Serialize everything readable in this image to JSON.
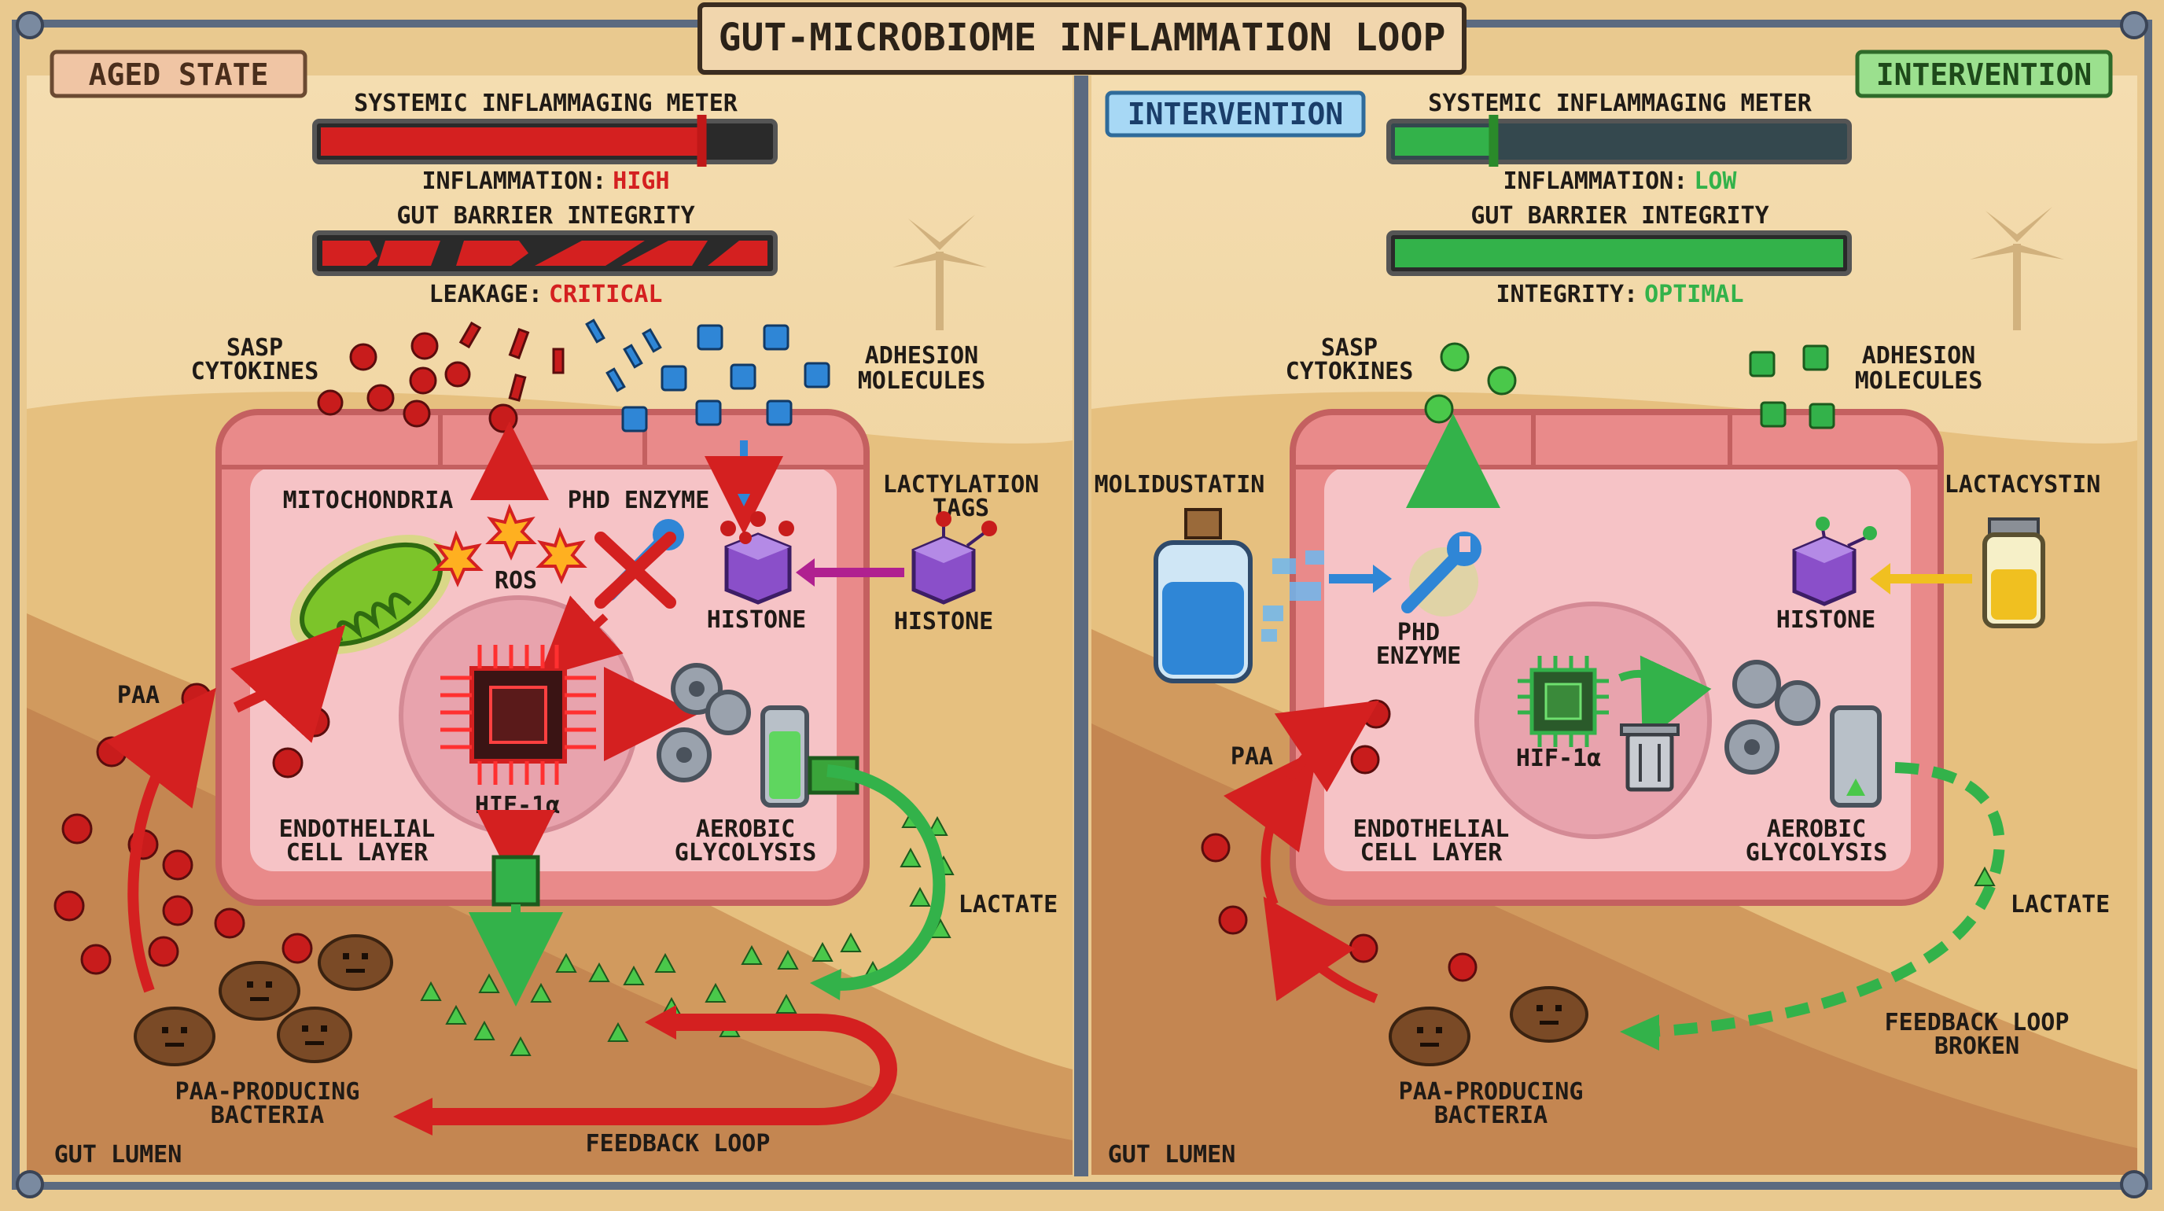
{
  "title": "GUT-MICROBIOME INFLAMMATION LOOP",
  "colors": {
    "frame": "#5b6a80",
    "sand": "#e9c98f",
    "cell_wall": "#e98a8a",
    "cell_inner": "#f6c3c6",
    "red": "#d42020",
    "green": "#33b24a",
    "blue": "#2f86d6",
    "purple": "#8a4fc9",
    "yellow": "#f0c020"
  },
  "left": {
    "tag": "AGED STATE",
    "meter1": {
      "label": "SYSTEMIC INFLAMMAGING METER",
      "level": 0.85,
      "status_label": "INFLAMMATION:",
      "status_value": "HIGH"
    },
    "meter2": {
      "label": "GUT BARRIER INTEGRITY",
      "status_label": "LEAKAGE:",
      "status_value": "CRITICAL"
    },
    "labels": {
      "sasp": [
        "SASP",
        "CYTOKINES"
      ],
      "adhesion": [
        "ADHESION",
        "MOLECULES"
      ],
      "mitochondria": "MITOCHONDRIA",
      "phd": "PHD ENZYME",
      "ros": "ROS",
      "lactylation": [
        "LACTYLATION",
        "TAGS"
      ],
      "histone_in": "HISTONE",
      "histone_out": "HISTONE",
      "hif": "HIF-1α",
      "paa": "PAA",
      "endothelial": [
        "ENDOTHELIAL",
        "CELL LAYER"
      ],
      "glycolysis": [
        "AEROBIC",
        "GLYCOLYSIS"
      ],
      "lactate": "LACTATE",
      "bacteria": [
        "PAA-PRODUCING",
        "BACTERIA"
      ],
      "feedback": "FEEDBACK LOOP",
      "lumen": "GUT LUMEN"
    }
  },
  "right": {
    "tag_top": "INTERVENTION",
    "tag_side": "INTERVENTION",
    "meter1": {
      "label": "SYSTEMIC INFLAMMAGING METER",
      "level": 0.22,
      "status_label": "INFLAMMATION:",
      "status_value": "LOW"
    },
    "meter2": {
      "label": "GUT BARRIER INTEGRITY",
      "level": 1.0,
      "status_label": "INTEGRITY:",
      "status_value": "OPTIMAL"
    },
    "labels": {
      "sasp": [
        "SASP",
        "CYTOKINES"
      ],
      "adhesion": [
        "ADHESION",
        "MOLECULES"
      ],
      "molidustatin": "MOLIDUSTATIN",
      "lactacystin": "LACTACYSTIN",
      "phd": [
        "PHD",
        "ENZYME"
      ],
      "histone": "HISTONE",
      "hif": "HIF-1α",
      "paa": "PAA",
      "endothelial": [
        "ENDOTHELIAL",
        "CELL LAYER"
      ],
      "glycolysis": [
        "AEROBIC",
        "GLYCOLYSIS"
      ],
      "lactate": "LACTATE",
      "feedback_broken": [
        "FEEDBACK LOOP",
        "BROKEN"
      ],
      "bacteria": [
        "PAA-PRODUCING",
        "BACTERIA"
      ],
      "lumen": "GUT LUMEN"
    }
  }
}
